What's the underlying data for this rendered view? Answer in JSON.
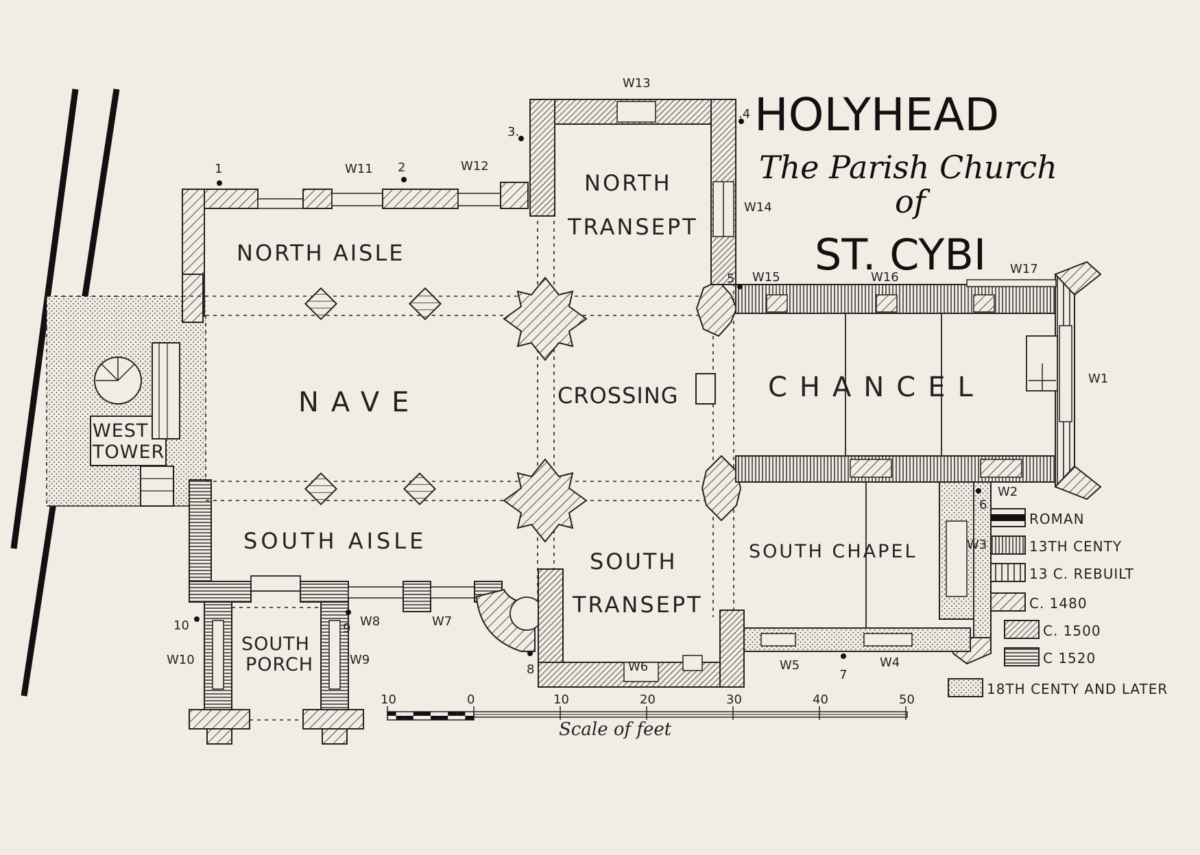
{
  "title": {
    "line1": "HOLYHEAD",
    "line2": "The Parish Church",
    "line3": "of",
    "line4": "ST. CYBI"
  },
  "rooms": {
    "north_aisle": "NORTH AISLE",
    "nave": "NAVE",
    "west_tower_1": "WEST",
    "west_tower_2": "TOWER",
    "north_transept_1": "NORTH",
    "north_transept_2": "TRANSEPT",
    "crossing": "CROSSING",
    "chancel": "CHANCEL",
    "south_aisle": "SOUTH AISLE",
    "south_porch_1": "SOUTH",
    "south_porch_2": "PORCH",
    "south_transept_1": "SOUTH",
    "south_transept_2": "TRANSEPT",
    "south_chapel": "SOUTH CHAPEL"
  },
  "markers": {
    "m1": "1",
    "m2": "2",
    "m3": "3.",
    "m4": ".4",
    "m5": "5",
    "m6": "6",
    "m7": "7",
    "m8": "8",
    "m9": "9",
    "m10": "10",
    "w1": "W1",
    "w2": "W2",
    "w3": "W3",
    "w4": "W4",
    "w5": "W5",
    "w6": "W6",
    "w7": "W7",
    "w8": "W8",
    "w9": "W9",
    "w10": "W10",
    "w11": "W11",
    "w12": "W12",
    "w13": "W13",
    "w14": "W14",
    "w15": "W15",
    "w16": "W16",
    "w17": "W17"
  },
  "legend": [
    {
      "label": "ROMAN",
      "pattern": "solid"
    },
    {
      "label": "13TH CENTY",
      "pattern": "vert"
    },
    {
      "label": "13 C. REBUILT",
      "pattern": "vertwide"
    },
    {
      "label": "C. 1480",
      "pattern": "diag"
    },
    {
      "label": "C. 1500",
      "pattern": "diagdense"
    },
    {
      "label": "C 1520",
      "pattern": "horiz"
    },
    {
      "label": "18TH CENTY AND LATER",
      "pattern": "dots"
    }
  ],
  "scale": {
    "ticks": [
      "10",
      "0",
      "10",
      "20",
      "30",
      "40",
      "50"
    ],
    "label": "Scale of feet"
  },
  "colors": {
    "paper": "#f1ede4",
    "ink": "#1c1c1c"
  }
}
